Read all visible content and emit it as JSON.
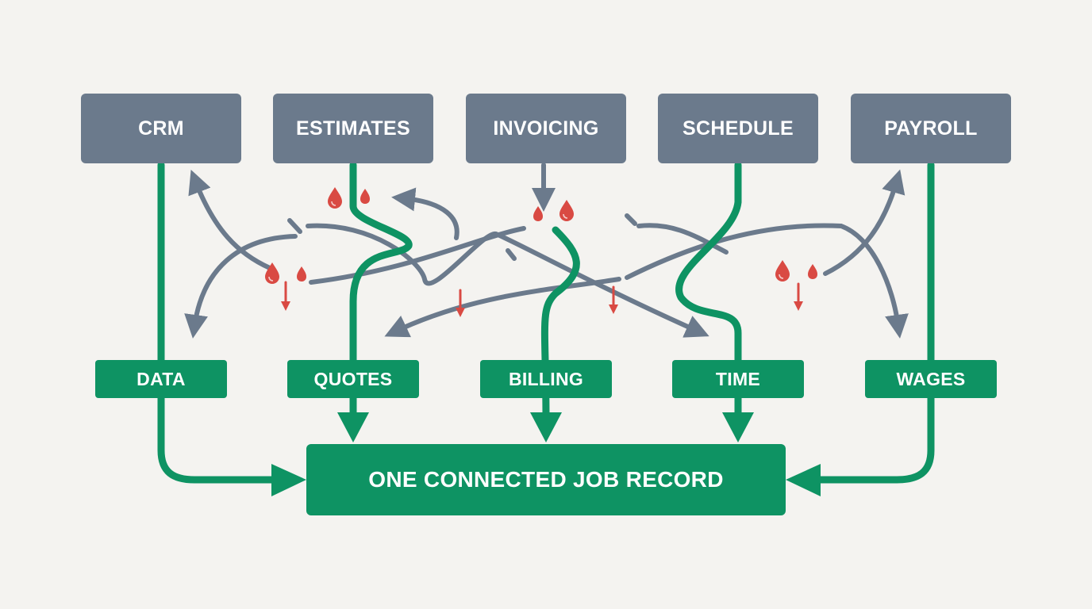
{
  "tools": [
    {
      "id": "crm",
      "label": "CRM"
    },
    {
      "id": "estimates",
      "label": "ESTIMATES"
    },
    {
      "id": "invoicing",
      "label": "INVOICING"
    },
    {
      "id": "schedule",
      "label": "SCHEDULE"
    },
    {
      "id": "payroll",
      "label": "PAYROLL"
    }
  ],
  "outputs": [
    {
      "id": "data",
      "label": "DATA"
    },
    {
      "id": "quotes",
      "label": "QUOTES"
    },
    {
      "id": "billing",
      "label": "BILLING"
    },
    {
      "id": "time",
      "label": "TIME"
    },
    {
      "id": "wages",
      "label": "WAGES"
    }
  ],
  "record": {
    "label": "ONE CONNECTED JOB RECORD"
  },
  "colors": {
    "tool_box": "#6b7a8c",
    "tangled_arrow": "#6b7a8c",
    "connected_flow": "#0e9363",
    "leak_drop": "#d94a43",
    "background": "#f4f3f0"
  },
  "icons": [
    "leak-drop-icon",
    "down-arrow-icon",
    "arrowhead-icon"
  ]
}
